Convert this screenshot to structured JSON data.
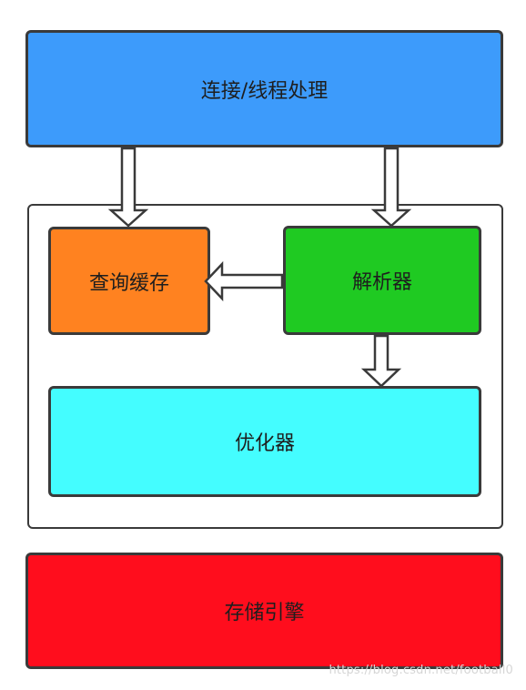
{
  "nodes": {
    "connection": "连接/线程处理",
    "query_cache": "查询缓存",
    "parser": "解析器",
    "optimizer": "优化器",
    "storage_engine": "存储引擎"
  },
  "edges": [
    {
      "from": "连接/线程处理",
      "to": "查询缓存"
    },
    {
      "from": "连接/线程处理",
      "to": "解析器"
    },
    {
      "from": "解析器",
      "to": "查询缓存"
    },
    {
      "from": "解析器",
      "to": "优化器"
    }
  ],
  "colors": {
    "connection": "#3d9bfb",
    "query_cache": "#ff8220",
    "parser": "#1fca22",
    "optimizer": "#44fdff",
    "storage_engine": "#ff0d1d"
  },
  "watermark": "https://blog.csdn.net/football0"
}
